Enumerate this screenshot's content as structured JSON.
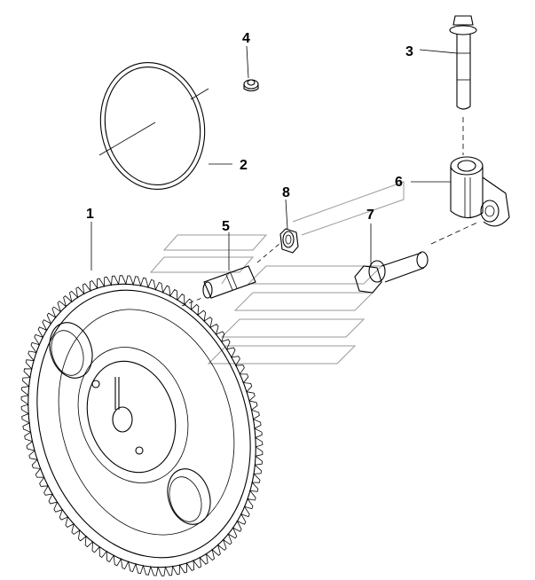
{
  "callouts": [
    {
      "id": "1",
      "label": "1",
      "part": "gear"
    },
    {
      "id": "2",
      "label": "2",
      "part": "o-ring"
    },
    {
      "id": "3",
      "label": "3",
      "part": "bolt"
    },
    {
      "id": "4",
      "label": "4",
      "part": "nut"
    },
    {
      "id": "5",
      "label": "5",
      "part": "pin"
    },
    {
      "id": "6",
      "label": "6",
      "part": "support-bracket"
    },
    {
      "id": "7",
      "label": "7",
      "part": "shaft-bolt"
    },
    {
      "id": "8",
      "label": "8",
      "part": "nut"
    }
  ],
  "colors": {
    "line": "#000000",
    "watermark": "#9a9a9a",
    "background": "#ffffff"
  }
}
